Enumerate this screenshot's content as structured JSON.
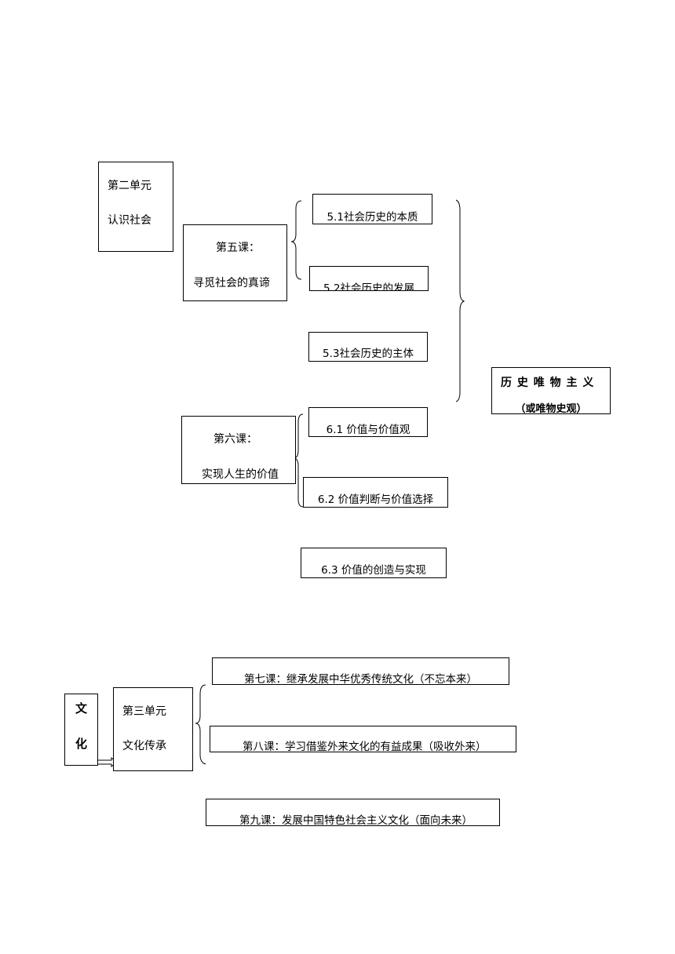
{
  "unit2": {
    "line1": "第二单元",
    "line2": "认识社会"
  },
  "lesson5": {
    "line1": "第五课：",
    "line2": "寻觅社会的真谛"
  },
  "topic51": "5.1社会历史的本质",
  "topic52": "5.2社会历史的发展",
  "topic53": "5.3社会历史的主体",
  "hist_mat": {
    "line1": "历 史 唯 物 主 义",
    "line2": "（或唯物史观）"
  },
  "lesson6": {
    "line1": "第六课：",
    "line2": "实现人生的价值"
  },
  "topic61": "6.1 价值与价值观",
  "topic62": "6.2 价值判断与价值选择",
  "topic63": "6.3 价值的创造与实现",
  "culture": {
    "char1": "文",
    "char2": "化"
  },
  "unit3": {
    "line1": "第三单元",
    "line2": "文化传承"
  },
  "lesson7": "第七课：继承发展中华优秀传统文化（不忘本来）",
  "lesson8": "第八课：学习借鉴外来文化的有益成果（吸收外来）",
  "lesson9": "第九课：发展中国特色社会主义文化（面向未来）"
}
